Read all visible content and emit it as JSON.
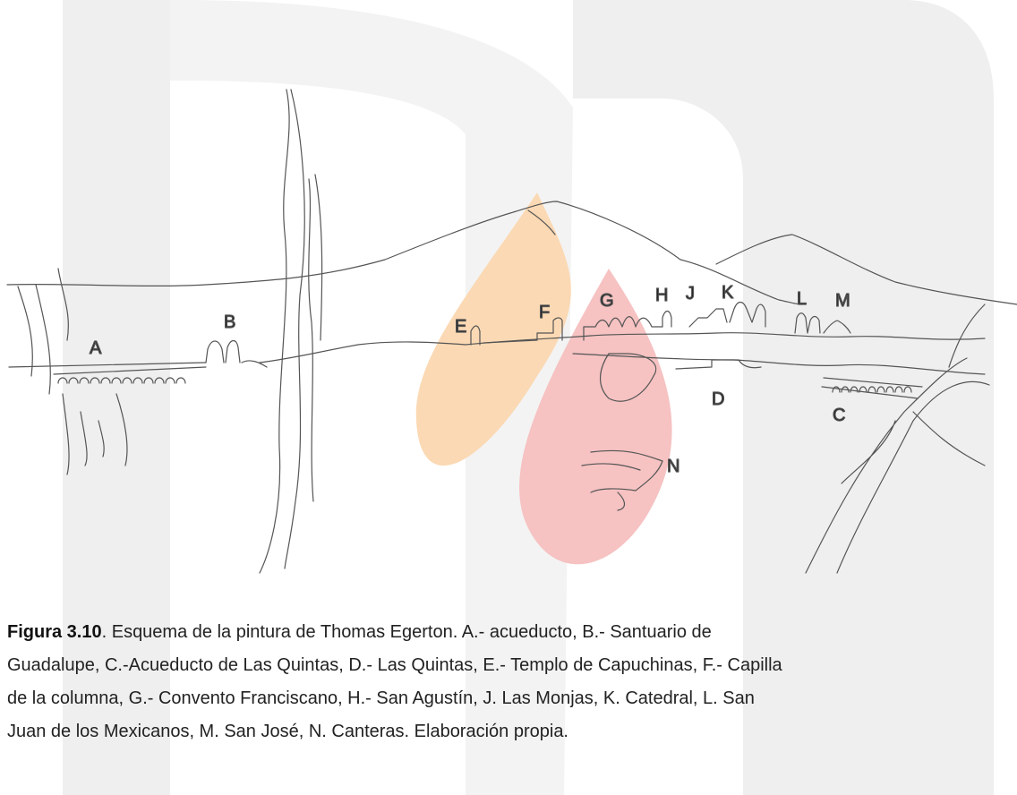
{
  "figure": {
    "labels": {
      "A": "A",
      "B": "B",
      "C": "C",
      "D": "D",
      "E": "E",
      "F": "F",
      "G": "G",
      "H": "H",
      "J": "J",
      "K": "K",
      "L": "L",
      "M": "M",
      "N": "N"
    },
    "watermark_colors": {
      "gray": "#efefef",
      "orange": "#fbd9b4",
      "red": "#f6c2c2"
    }
  },
  "caption": {
    "number": "Figura 3.10",
    "line1_text": ". Esquema de la pintura de Thomas Egerton. A.- acueducto, B.- Santuario de",
    "line2": "Guadalupe, C.-Acueducto de Las Quintas, D.- Las Quintas, E.- Templo de Capuchinas, F.- Capilla",
    "line3": "de la columna, G.- Convento Franciscano, H.- San Agustín, J. Las Monjas, K. Catedral, L. San",
    "line4": "Juan de los Mexicanos, M. San José, N. Canteras. Elaboración propia."
  }
}
